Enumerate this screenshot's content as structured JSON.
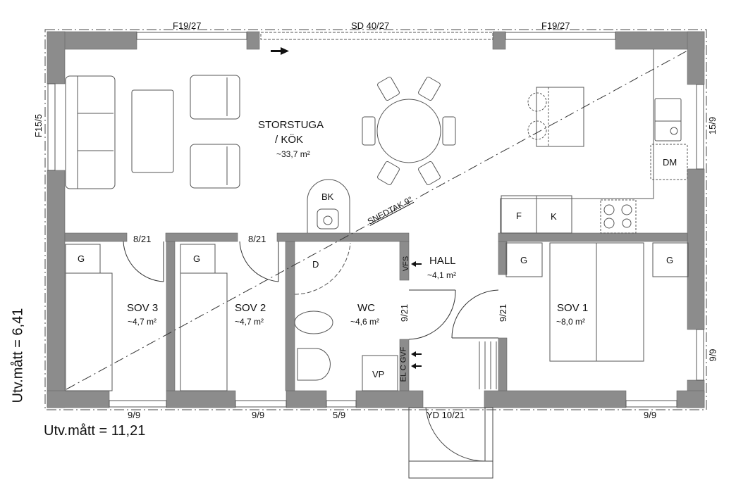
{
  "plan": {
    "colors": {
      "wall": "#8c8c8c",
      "line": "#555555",
      "background": "#ffffff",
      "text": "#111111"
    },
    "overall_dimensions": {
      "width_label": "Utv.mått = 11,21",
      "height_label": "Utv.mått = 6,41"
    },
    "rooms": [
      {
        "id": "storstuga",
        "name_line1": "STORSTUGA",
        "name_line2": "/ KÖK",
        "area": "~33,7 m²"
      },
      {
        "id": "sov3",
        "name": "SOV 3",
        "area": "~4,7 m²"
      },
      {
        "id": "sov2",
        "name": "SOV 2",
        "area": "~4,7 m²"
      },
      {
        "id": "wc",
        "name": "WC",
        "area": "~4,6 m²"
      },
      {
        "id": "hall",
        "name": "HALL",
        "area": "~4,1 m²"
      },
      {
        "id": "sov1",
        "name": "SOV 1",
        "area": "~8,0 m²"
      }
    ],
    "windows_doors": {
      "top_left_window": "F19/27",
      "top_sliding_door": "SD 40/27",
      "top_right_window": "F19/27",
      "left_window": "F15/5",
      "right_kitchen_window": "15/9",
      "right_bedroom_window": "9/9",
      "bottom_sov3_window": "9/9",
      "bottom_sov2_window": "9/9",
      "bottom_wc_window": "5/9",
      "entry_door": "YD 10/21",
      "bottom_sov1_window": "9/9",
      "door_sov3": "8/21",
      "door_sov2": "8/21",
      "door_wc": "9/21",
      "door_sov1": "9/21"
    },
    "fixtures": {
      "fireplace": "BK",
      "dishwasher": "DM",
      "fridge": "F",
      "freezer": "K",
      "shower": "D",
      "water_heater": "VP",
      "ventilation": "VFS",
      "electrical": "EL C GVF",
      "wardrobe": "G"
    },
    "roof_note": "SNEDTAK 9°"
  }
}
